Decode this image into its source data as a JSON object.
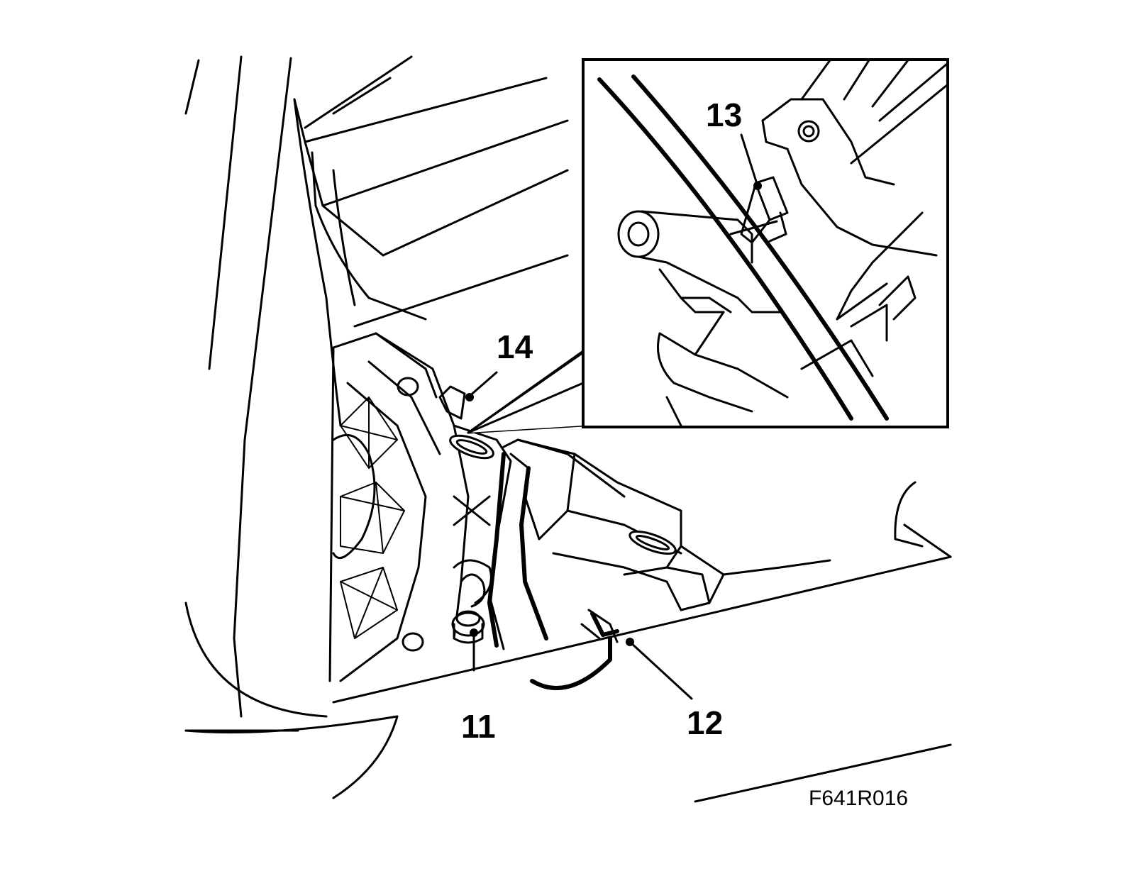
{
  "callouts": {
    "c11": "11",
    "c12": "12",
    "c13": "13",
    "c14": "14"
  },
  "figure_ref": "F641R016",
  "colors": {
    "ink": "#000000",
    "paper": "#ffffff"
  }
}
